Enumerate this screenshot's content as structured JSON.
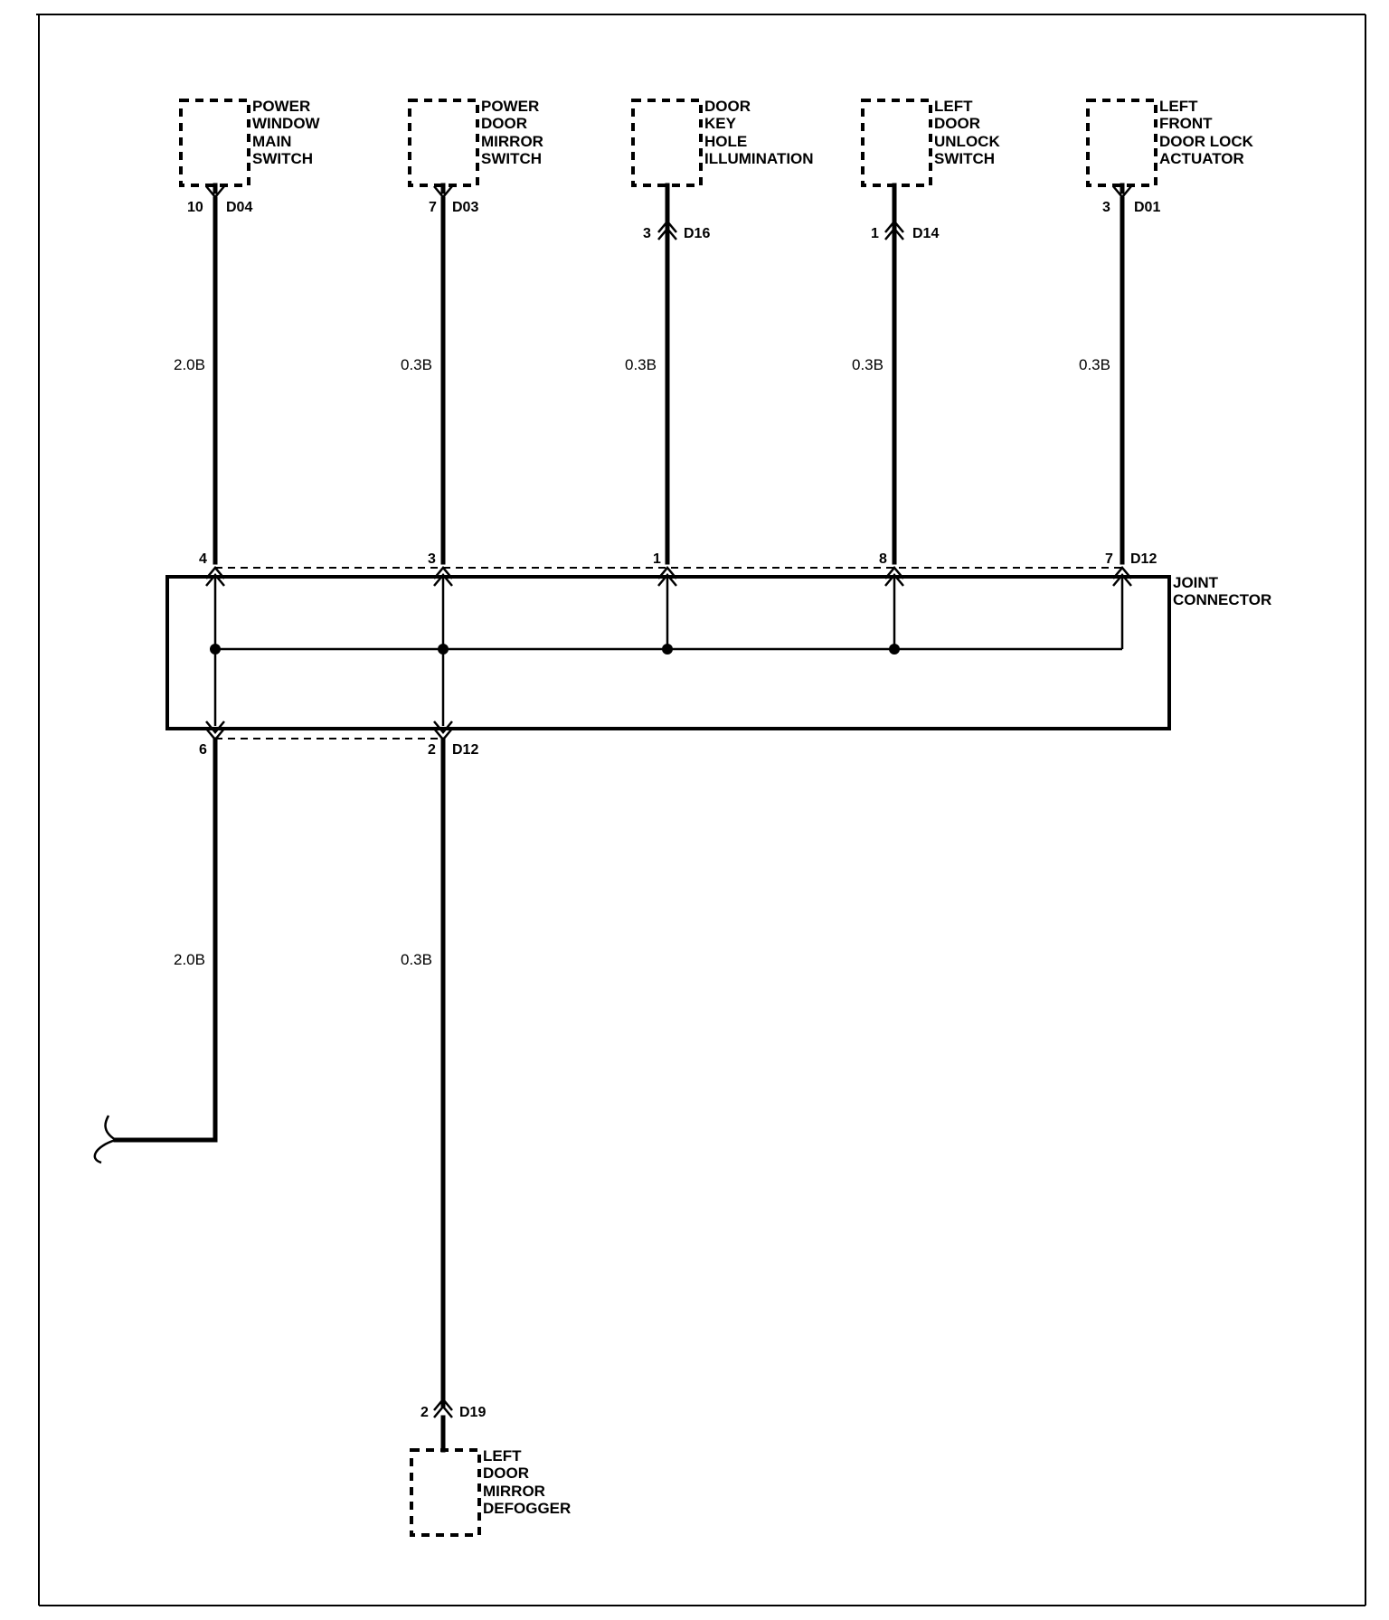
{
  "components": {
    "pwms": [
      "POWER",
      "WINDOW",
      "MAIN",
      "SWITCH"
    ],
    "pdms": [
      "POWER",
      "DOOR",
      "MIRROR",
      "SWITCH"
    ],
    "dkhi": [
      "DOOR",
      "KEY",
      "HOLE",
      "ILLUMINATION"
    ],
    "ldus": [
      "LEFT",
      "DOOR",
      "UNLOCK",
      "SWITCH"
    ],
    "lfdla": [
      "LEFT",
      "FRONT",
      "DOOR LOCK",
      "ACTUATOR"
    ],
    "ldmd": [
      "LEFT",
      "DOOR",
      "MIRROR",
      "DEFOGGER"
    ]
  },
  "connectors": {
    "pwms": {
      "pin": "10",
      "id": "D04"
    },
    "pdms": {
      "pin": "7",
      "id": "D03"
    },
    "dkhi": {
      "pin": "3",
      "id": "D16"
    },
    "ldus": {
      "pin": "1",
      "id": "D14"
    },
    "lfdla": {
      "pin": "3",
      "id": "D01"
    },
    "ldmd": {
      "pin": "2",
      "id": "D19"
    }
  },
  "wires": {
    "w1": "2.0B",
    "w2": "0.3B",
    "w3": "0.3B",
    "w4": "0.3B",
    "w5": "0.3B",
    "w6": "2.0B",
    "w7": "0.3B"
  },
  "joint": {
    "label": [
      "JOINT",
      "CONNECTOR"
    ],
    "id_top": "D12",
    "id_bottom": "D12",
    "top_pins": [
      "4",
      "3",
      "1",
      "8",
      "7"
    ],
    "bottom_pins": [
      "6",
      "2"
    ]
  }
}
